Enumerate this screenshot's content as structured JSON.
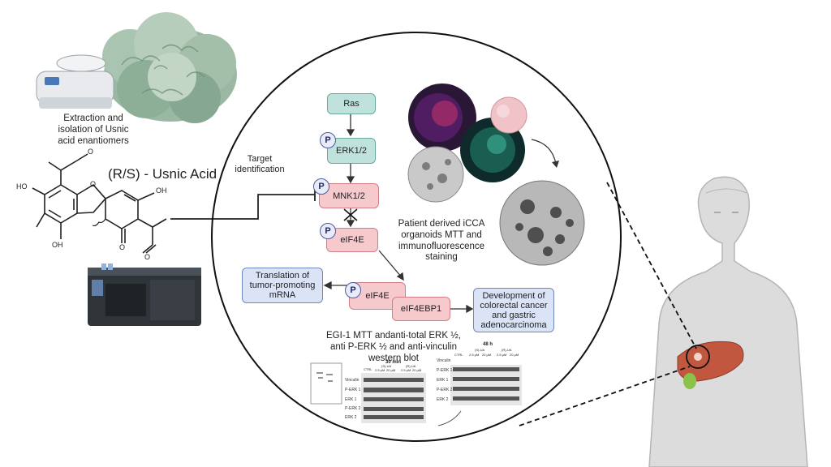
{
  "extraction_label": "Extraction and isolation of Usnic acid enantiomers",
  "compound_label": "(R/S) - Usnic Acid",
  "chem_labels": {
    "ho": "HO",
    "oh": "OH",
    "o": "O"
  },
  "target_label": "Target identification",
  "pathway": {
    "ras": "Ras",
    "erk": "ERK1/2",
    "mnk": "MNK1/2",
    "eif4e": "eIF4E",
    "eif4e_b": "eIF4E",
    "eif4ebp1": "eIF4EBP1",
    "p": "P"
  },
  "translation_label": "Translation of tumor-promoting mRNA",
  "development_label": "Development of colorectal cancer and gastric adenocarcinoma",
  "organoid_label": "Patient derived iCCA organoids MTT and immunofluorescence staining",
  "egi_label": "EGI-1 MTT andanti-total ERK ½, anti P-ERK ½ and anti-vinculin western blot",
  "blot_30": {
    "time": "30 min",
    "rows": [
      "Vinculin",
      "P-ERK 1",
      "ERK 1",
      "P-ERK 2",
      "ERK 2"
    ],
    "headers": [
      "CTRL",
      "(S)-UA",
      "(R)-UA"
    ],
    "doses": [
      "2.5 µM",
      "20 µM",
      "2.5 µM",
      "20 µM"
    ]
  },
  "blot_48": {
    "time": "48 h",
    "rows": [
      "Vinculin",
      "P-ERK 1",
      "ERK 1",
      "P-ERK 2",
      "ERK 2"
    ],
    "headers": [
      "CTRL",
      "(S)-UA",
      "(R)-UA"
    ],
    "doses": [
      "2.5 µM",
      "20 µM",
      "2.5 µM",
      "20 µM"
    ]
  },
  "colors": {
    "teal": "#bfe3dc",
    "pink": "#f6c9cd",
    "blue": "#dbe3f6",
    "lichen": "#8fae9a",
    "liver": "#c1573f",
    "skin": "#d9d9d9"
  }
}
